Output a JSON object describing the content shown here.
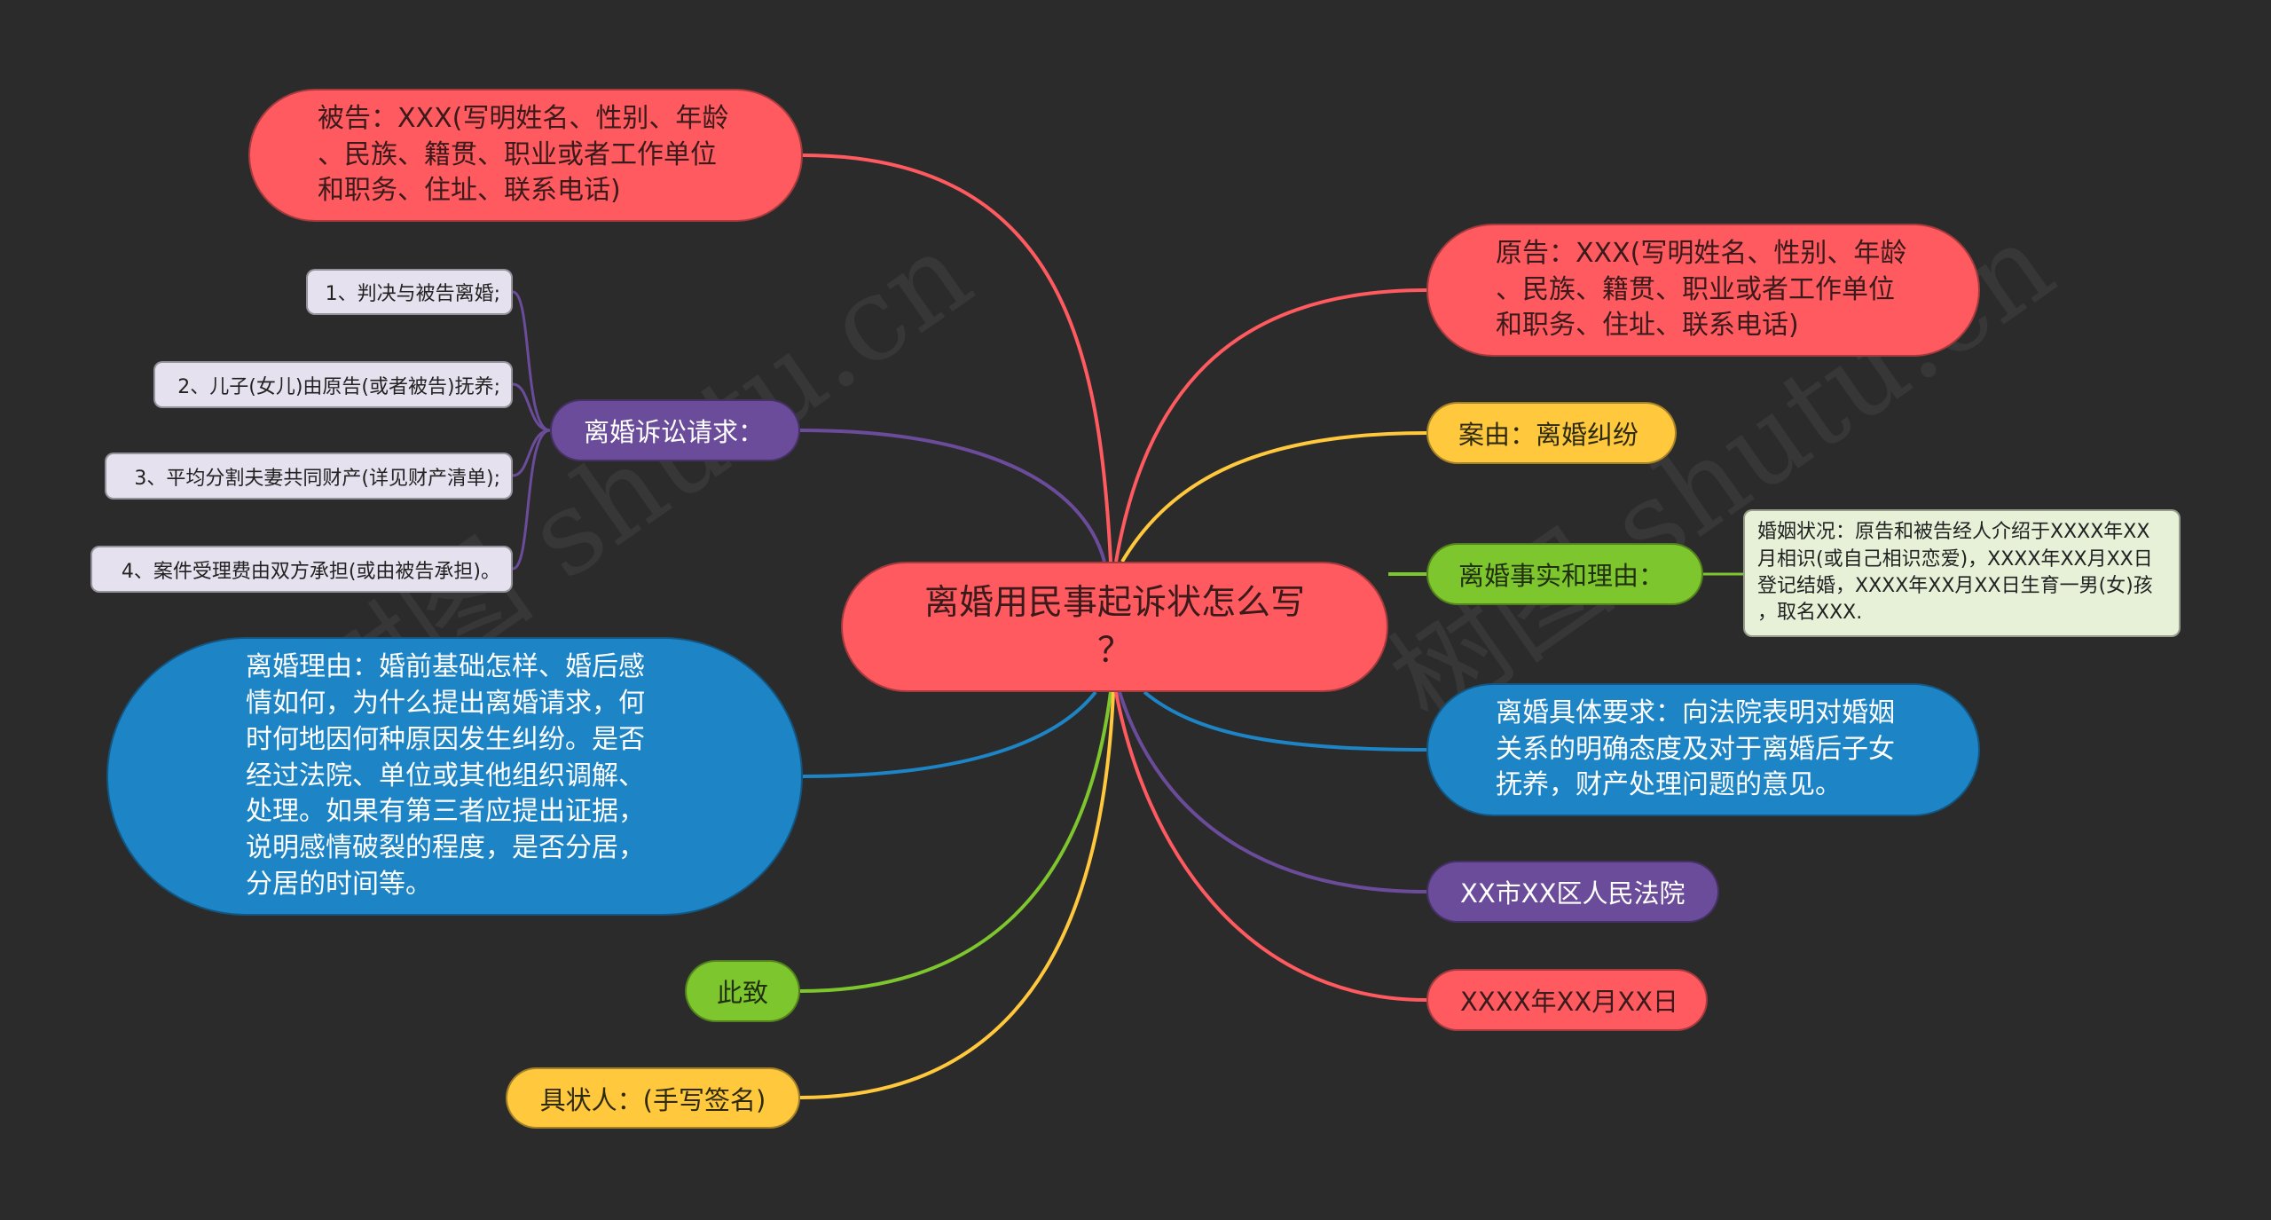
{
  "title": "离婚用民事起诉状怎么写？",
  "colors": {
    "background": "#2b2b2b",
    "red": "#ff5a5f",
    "purple": "#6b4c9a",
    "yellow": "#ffc83d",
    "green": "#7ec62d",
    "blue": "#1d84c6",
    "leaf_purple": "#e6e1ee",
    "leaf_green": "#e6f1d8"
  },
  "center": {
    "label": "离婚用民事起诉状怎么写\n？"
  },
  "left_branches": {
    "defendant": {
      "label": "被告：XXX(写明姓名、性别、年龄\n、民族、籍贯、职业或者工作单位\n和职务、住址、联系电话)"
    },
    "claims": {
      "label": "离婚诉讼请求：",
      "items": [
        "1、判决与被告离婚;",
        "2、儿子(女儿)由原告(或者被告)抚养;",
        "3、平均分割夫妻共同财产(详见财产清单);",
        "4、案件受理费由双方承担(或由被告承担)。"
      ]
    },
    "reasons": {
      "label": "离婚理由：婚前基础怎样、婚后感\n情如何，为什么提出离婚请求，何\n时何地因何种原因发生纠纷。是否\n经过法院、单位或其他组织调解、\n处理。如果有第三者应提出证据，\n说明感情破裂的程度，是否分居，\n分居的时间等。"
    },
    "regards": {
      "label": "此致"
    },
    "signer": {
      "label": "具状人：(手写签名)"
    }
  },
  "right_branches": {
    "plaintiff": {
      "label": "原告：XXX(写明姓名、性别、年龄\n、民族、籍贯、职业或者工作单位\n和职务、住址、联系电话)"
    },
    "cause": {
      "label": "案由：离婚纠纷"
    },
    "facts": {
      "label": "离婚事实和理由：",
      "detail": "婚姻状况：原告和被告经人介绍于XXXX年XX\n月相识(或自己相识恋爱)，XXXX年XX月XX日\n登记结婚，XXXX年XX月XX日生育一男(女)孩\n，取名XXX."
    },
    "requirements": {
      "label": "离婚具体要求：向法院表明对婚姻\n关系的明确态度及对于离婚后子女\n抚养，财产处理问题的意见。"
    },
    "court": {
      "label": "XX市XX区人民法院"
    },
    "date": {
      "label": "XXXX年XX月XX日"
    }
  },
  "watermark": {
    "text": "树图 shutu.cn"
  }
}
